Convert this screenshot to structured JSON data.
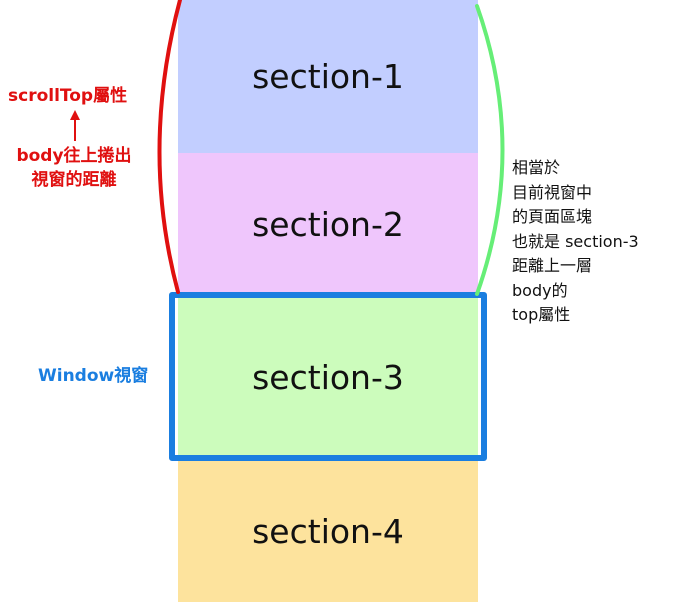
{
  "sections": [
    {
      "label": "section-1",
      "color": "#c2ceff"
    },
    {
      "label": "section-2",
      "color": "#efc6fc"
    },
    {
      "label": "section-3",
      "color": "#ccfcbc"
    },
    {
      "label": "section-4",
      "color": "#fde39d"
    }
  ],
  "annotations": {
    "scrolltop": "scrollTop屬性",
    "body_scroll_line1": "body往上捲出",
    "body_scroll_line2": "視窗的距離",
    "window": "Window視窗",
    "green_lines": [
      "相當於",
      "目前視窗中",
      "的頁面區塊",
      "也就是 section-3",
      "距離上一層",
      "body的",
      "top屬性"
    ]
  },
  "colors": {
    "red": "#e01010",
    "green": "#66ee77",
    "blue": "#1a7ee0"
  }
}
